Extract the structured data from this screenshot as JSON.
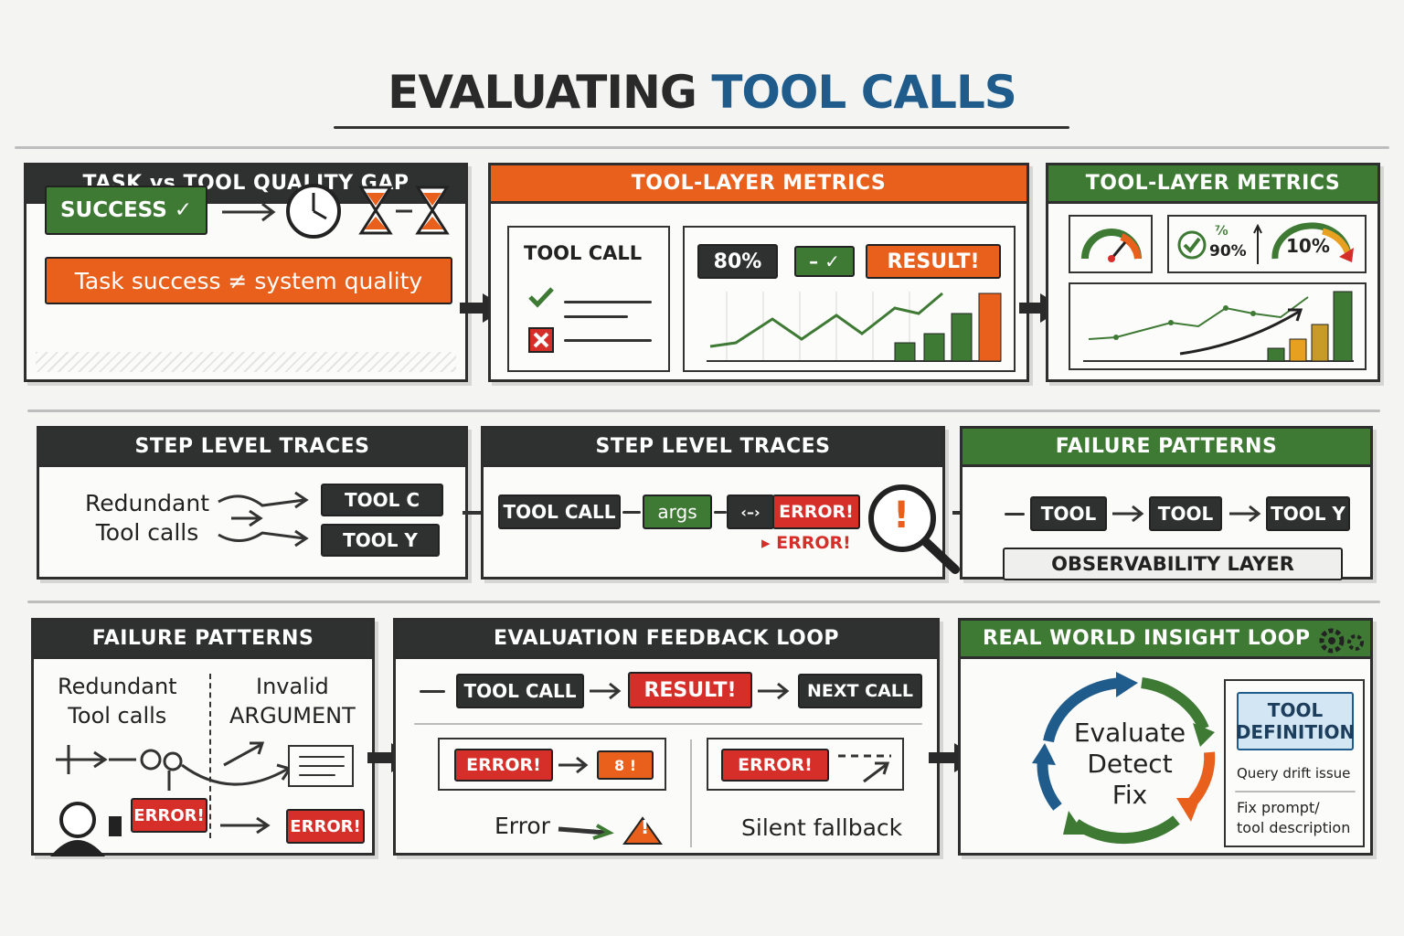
{
  "title": {
    "main": "EVALUATING",
    "accent": "TOOL CALLS"
  },
  "panels": {
    "p1": {
      "title": "TASK vs TOOL QUALITY GAP",
      "success": "SUCCESS ✓",
      "statement": "Task success ≠ system quality"
    },
    "p2": {
      "title": "TOOL-LAYER METRICS",
      "tool_call": "TOOL CALL",
      "pct": "80%",
      "check": "– ✓",
      "result": "RESULT!"
    },
    "p3": {
      "title": "TOOL-LAYER METRICS",
      "small": "⁷⁄₀",
      "pct_a": "90%",
      "pct_b": "10%"
    },
    "p4": {
      "title": "STEP LEVEL TRACES",
      "label_line1": "Redundant",
      "label_line2": "Tool calls",
      "tool_c": "TOOL C",
      "tool_y": "TOOL Y"
    },
    "p5": {
      "title": "STEP LEVEL TRACES",
      "tool_call": "TOOL CALL",
      "args": "args",
      "err_prefix": "‹–›",
      "error": "ERROR!",
      "error2": "▸ ERROR!",
      "alert": "!"
    },
    "p6": {
      "title": "FAILURE PATTERNS",
      "tool1": "TOOL",
      "tool2": "TOOL",
      "tool3": "TOOL Y",
      "layer": "OBSERVABILITY LAYER"
    },
    "p7": {
      "title": "FAILURE PATTERNS",
      "left_line1": "Redundant",
      "left_line2": "Tool calls",
      "right_line1": "Invalid",
      "right_line2": "ARGUMENT",
      "error_a": "ERROR!",
      "error_b": "ERROR!"
    },
    "p8": {
      "title": "EVALUATION FEEDBACK LOOP",
      "tool_call": "TOOL CALL",
      "result": "RESULT!",
      "next_call": "NEXT CALL",
      "error_a": "ERROR!",
      "mini": "8 !",
      "error_b": "ERROR!",
      "caption_a": "Error",
      "caption_b": "Silent fallback",
      "warn": "!"
    },
    "p9": {
      "title": "REAL WORLD INSIGHT LOOP",
      "loop1": "Evaluate",
      "loop2": "Detect",
      "loop3": "Fix",
      "def_line1": "TOOL",
      "def_line2": "DEFINITION",
      "note1": "Query drift issue",
      "note2_line1": "Fix prompt/",
      "note2_line2": "tool description"
    }
  },
  "colors": {
    "dark": "#2f3131",
    "orange": "#e8601c",
    "green": "#3f7a35",
    "red": "#d62f2a",
    "blue": "#1f5c8c"
  }
}
